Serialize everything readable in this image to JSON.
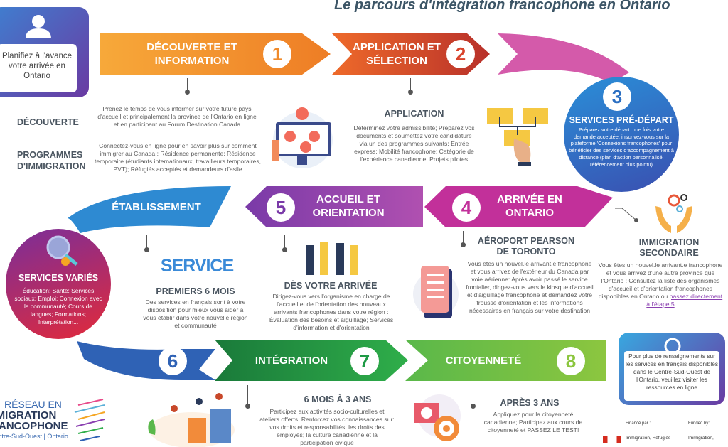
{
  "title": "Le parcours d'intégration francophone en Ontario",
  "profile": {
    "text": "Planifiez à l'avance votre arrivée en Ontario",
    "icon": "user-icon"
  },
  "left_labels": {
    "discovery": "DÉCOUVERTE",
    "programs": "PROGRAMMES D'IMMIGRATION"
  },
  "steps": [
    {
      "number": "1",
      "label": "DÉCOUVERTE ET INFORMATION",
      "color": "#f39a2d"
    },
    {
      "number": "2",
      "label": "APPLICATION ET SÉLECTION",
      "color": "#d9432b"
    },
    {
      "number": "3",
      "label": "SERVICES PRÉ-DÉPART",
      "color": "#2b6fc2",
      "text": "Préparez votre départ: une fois votre demande acceptée, inscrivez-vous sur la plateforme 'Connexions francophones' pour bénéficier des services d'accompagnement à distance (plan d'action personnalisé, référencement plus pointu)"
    },
    {
      "number": "4",
      "label": "ARRIVÉE EN ONTARIO",
      "color": "#c2309a"
    },
    {
      "number": "5",
      "label": "ACCUEIL ET ORIENTATION",
      "color": "#8a3fb0"
    },
    {
      "number": "6",
      "label": "",
      "color": "#2f62b5"
    },
    {
      "number": "7",
      "label": "INTÉGRATION",
      "color": "#1e9a45"
    },
    {
      "number": "8",
      "label": "CITOYENNETÉ",
      "color": "#8cc63f"
    }
  ],
  "etablissement": "ÉTABLISSEMENT",
  "discovery_text": "Prenez le temps de vous informer sur votre future pays d'accueil et principalement la province de l'Ontario en ligne et en participant au Forum Destination Canada",
  "programs_text": "Connectez-vous en ligne pour en savoir plus sur comment immigrer au Canada : Résidence permanente; Résidence temporaire (étudiants internationaux, travailleurs temporaires, PVT); Réfugiés acceptés et demandeurs d'asile",
  "application": {
    "heading": "APPLICATION",
    "text": "Déterminez votre admissibilité; Préparez vos documents et soumettez votre candidature via un des programmes suivants: Entrée express; Mobilité francophone; Catégorie de l'expérience canadienne; Projets pilotes"
  },
  "services_varies": {
    "heading": "SERVICES VARIÉS",
    "text": "Éducation; Santé; Services sociaux; Emploi; Connexion avec la communauté; Cours de langues; Formations; Interprétation..."
  },
  "premiers": {
    "image_word": "SERVICE",
    "heading": "PREMIERS 6 MOIS",
    "text": "Des services en français sont à votre disposition pour mieux vous aider à vous établir dans votre nouvelle région et communauté"
  },
  "arrivee": {
    "heading": "DÈS VOTRE ARRIVÉE",
    "text": "Dirigez-vous vers l'organisme en charge de l'accueil et de l'orientation des nouveaux arrivants francophones dans votre région : Évaluation des besoins et aiguillage; Services d'information et d'orientation"
  },
  "pearson": {
    "heading": "AÉROPORT PEARSON DE TORONTO",
    "text": "Vous êtes un nouvel.le arrivant.e francophone et vous arrivez de l'extérieur du Canada par voie aérienne: Après avoir passé le service frontalier, dirigez-vous vers le kiosque d'accueil et d'aiguillage francophone et demandez votre trousse d'orientation et les informations nécessaires en français sur votre destination"
  },
  "secondaire": {
    "heading": "IMMIGRATION SECONDAIRE",
    "text": "Vous êtes un nouvel.le arrivant.e francophone et vous arrivez d'une autre province que l'Ontario : Consultez la liste des organismes d'accueil et d'orientation francophones disponibles en Ontario ou ",
    "link": "passez directement à l'étape 5"
  },
  "info_box": {
    "text": "Pour plus de renseignements sur les services en français disponibles dans le Centre-Sud-Ouest de l'Ontario, veuillez visiter les ressources en ligne",
    "icon": "search-icon"
  },
  "integration": {
    "heading": "6 MOIS À 3 ANS",
    "text": "Participez aux activités socio-culturelles et ateliers offerts. Renforcez vos connaissances sur: vos droits et responsabilités; les droits des employés; la culture canadienne et la participation civique"
  },
  "citoyennete": {
    "heading": "APRÈS 3 ANS",
    "text": "Appliquez pour la citoyenneté canadienne; Participez aux cours de citoyenneté et ",
    "link": "PASSEZ LE TEST",
    "end": "!"
  },
  "logo": {
    "line1": "RÉSEAU EN",
    "line2": "IMMIGRATION",
    "line3": "FRANCOPHONE",
    "line4": "Centre-Sud-Ouest | Ontario"
  },
  "funding": {
    "fr_label": "Financé par :",
    "en_label": "Funded by:",
    "fr_org": "Immigration, Réfugiés",
    "en_org": "Immigration,"
  }
}
